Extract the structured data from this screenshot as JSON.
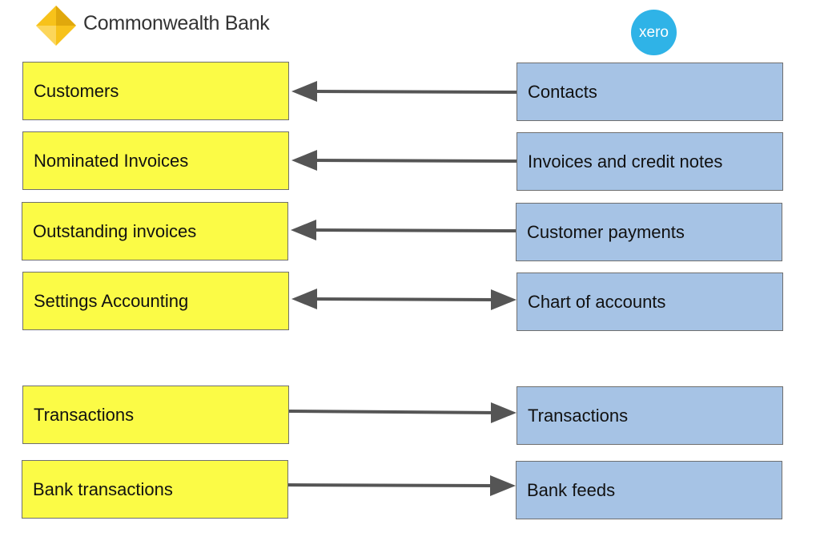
{
  "header": {
    "left_brand": "Commonwealth Bank",
    "right_brand": "xero"
  },
  "colors": {
    "left_box": "#fbfb46",
    "right_box": "#a6c3e5",
    "arrow": "#555555",
    "xero_circle": "#2fb3e7",
    "cba_diamond": "#f7c21a"
  },
  "mappings": [
    {
      "left": "Customers",
      "right": "Contacts",
      "direction": "right-to-left"
    },
    {
      "left": "Nominated Invoices",
      "right": "Invoices and credit notes",
      "direction": "right-to-left"
    },
    {
      "left": "Outstanding invoices",
      "right": "Customer payments",
      "direction": "right-to-left"
    },
    {
      "left": "Settings Accounting",
      "right": "Chart of accounts",
      "direction": "both"
    },
    {
      "left": "Transactions",
      "right": "Transactions",
      "direction": "left-to-right"
    },
    {
      "left": "Bank transactions",
      "right": "Bank feeds",
      "direction": "left-to-right"
    }
  ]
}
